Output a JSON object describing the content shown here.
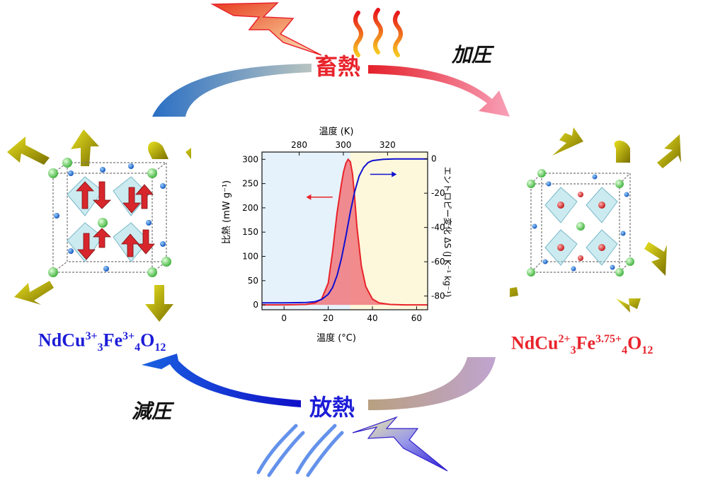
{
  "labels": {
    "heat_storage": "畜熱",
    "pressurize": "加圧",
    "heat_release": "放熱",
    "depressurize": "減圧"
  },
  "formulas": {
    "left": {
      "base": "NdCu",
      "cu_charge": "3+",
      "cu_count": "3",
      "fe": "Fe",
      "fe_charge": "3+",
      "fe_count": "4",
      "o": "O",
      "o_count": "12"
    },
    "right": {
      "base": "NdCu",
      "cu_charge": "2+",
      "cu_count": "3",
      "fe": "Fe",
      "fe_charge": "3.75+",
      "fe_count": "4",
      "o": "O",
      "o_count": "12"
    }
  },
  "colors": {
    "heat_red": "#e8232b",
    "cool_blue": "#1c1cd8",
    "arrow_yellow": "#b8b000",
    "spin_red": "#d7262c"
  },
  "chart_data": {
    "type": "line",
    "top_axis_label": "温度 (K)",
    "top_ticks": [
      "280",
      "300",
      "320"
    ],
    "bottom_axis_label": "温度 (°C)",
    "bottom_ticks": [
      "0",
      "20",
      "40",
      "60"
    ],
    "left_axis_label": "比熱 (mW g⁻¹)",
    "left_ticks": [
      "0",
      "50",
      "100",
      "150",
      "200",
      "250",
      "300"
    ],
    "right_axis_label": "エントロピー変化 ΔS (J K⁻¹ kg⁻¹)",
    "right_ticks": [
      "0",
      "-20",
      "-40",
      "-60",
      "-80"
    ],
    "xlim": [
      -10,
      65
    ],
    "ylim_left": [
      -10,
      315
    ],
    "ylim_right": [
      -88,
      4
    ],
    "series": [
      {
        "axis": "left",
        "color": "#e8232b",
        "fill": "#f0787c",
        "x": [
          -10,
          0,
          10,
          14,
          17,
          20,
          22,
          24,
          26,
          27,
          28,
          29,
          30,
          31,
          32,
          33,
          35,
          37,
          40,
          43,
          48,
          55,
          65
        ],
        "y": [
          0,
          0,
          1,
          4,
          12,
          45,
          110,
          190,
          250,
          275,
          292,
          300,
          295,
          270,
          220,
          160,
          80,
          38,
          12,
          4,
          1,
          0,
          0
        ]
      },
      {
        "axis": "right",
        "color": "#1010d0",
        "x": [
          -10,
          0,
          10,
          14,
          17,
          20,
          22,
          24,
          26,
          28,
          30,
          32,
          34,
          36,
          38,
          40,
          45,
          50,
          65
        ],
        "y": [
          -84,
          -84,
          -83.8,
          -83.3,
          -82,
          -79,
          -75,
          -68,
          -58,
          -45,
          -31,
          -19,
          -10,
          -5,
          -2.2,
          -1,
          -0.2,
          0,
          0
        ]
      }
    ],
    "annotation_arrows": [
      {
        "series_axis": "left",
        "direction": "left",
        "color": "#e8232b"
      },
      {
        "series_axis": "right",
        "direction": "right",
        "color": "#1010d0"
      }
    ]
  }
}
